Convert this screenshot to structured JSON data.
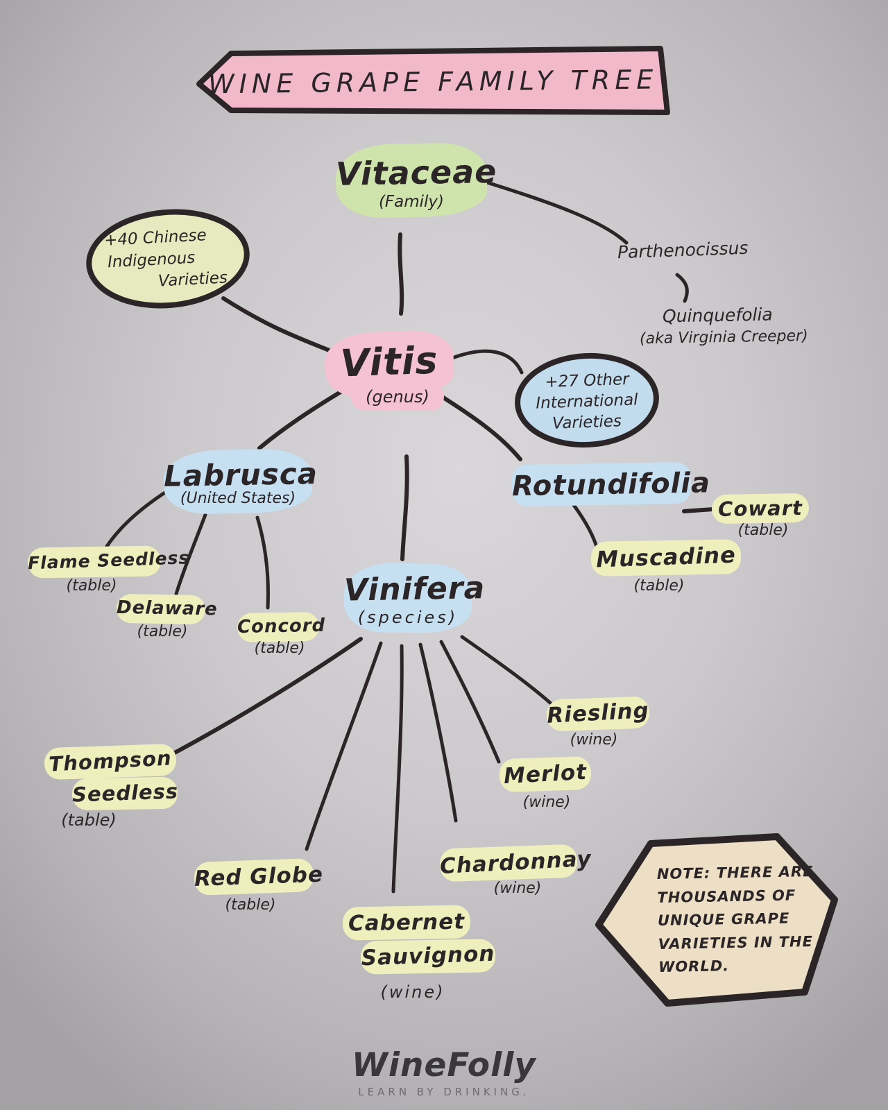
{
  "banner": {
    "title": "Wine Grape Family Tree"
  },
  "tree": {
    "vitaceae": {
      "name": "Vitaceae",
      "rank": "(Family)"
    },
    "chinese_varieties": {
      "line1": "+40 Chinese",
      "line2": "Indigenous",
      "line3": "Varieties"
    },
    "parthenocissus": {
      "name": "Parthenocissus"
    },
    "quinquefolia": {
      "name": "Quinquefolia",
      "alias": "(aka Virginia Creeper)"
    },
    "vitis": {
      "name": "Vitis",
      "rank": "(genus)"
    },
    "international_varieties": {
      "line1": "+27 Other",
      "line2": "International",
      "line3": "Varieties"
    },
    "labrusca": {
      "name": "Labrusca",
      "region": "(United States)"
    },
    "rotundifolia": {
      "name": "Rotundifolia"
    },
    "cowart": {
      "name": "Cowart",
      "type": "(table)"
    },
    "muscadine": {
      "name": "Muscadine",
      "type": "(table)"
    },
    "flame_seedless": {
      "name": "Flame Seedless",
      "type": "(table)"
    },
    "delaware": {
      "name": "Delaware",
      "type": "(table)"
    },
    "concord": {
      "name": "Concord",
      "type": "(table)"
    },
    "vinifera": {
      "name": "Vinifera",
      "rank": "(species)"
    },
    "thompson_seedless": {
      "line1": "Thompson",
      "line2": "Seedless",
      "type": "(table)"
    },
    "riesling": {
      "name": "Riesling",
      "type": "(wine)"
    },
    "merlot": {
      "name": "Merlot",
      "type": "(wine)"
    },
    "chardonnay": {
      "name": "Chardonnay",
      "type": "(wine)"
    },
    "red_globe": {
      "name": "Red Globe",
      "type": "(table)"
    },
    "cabernet_sauvignon": {
      "line1": "Cabernet",
      "line2": "Sauvignon",
      "type": "(wine)"
    }
  },
  "edges": [
    {
      "from": "vitaceae",
      "to": "vitis"
    },
    {
      "from": "vitaceae",
      "to": "parthenocissus"
    },
    {
      "from": "parthenocissus",
      "to": "quinquefolia"
    },
    {
      "from": "chinese_varieties",
      "to": "vitis"
    },
    {
      "from": "vitis",
      "to": "international_varieties"
    },
    {
      "from": "vitis",
      "to": "labrusca"
    },
    {
      "from": "vitis",
      "to": "vinifera"
    },
    {
      "from": "vitis",
      "to": "rotundifolia"
    },
    {
      "from": "labrusca",
      "to": "flame_seedless"
    },
    {
      "from": "labrusca",
      "to": "delaware"
    },
    {
      "from": "labrusca",
      "to": "concord"
    },
    {
      "from": "rotundifolia",
      "to": "cowart"
    },
    {
      "from": "rotundifolia",
      "to": "muscadine"
    },
    {
      "from": "vinifera",
      "to": "thompson_seedless"
    },
    {
      "from": "vinifera",
      "to": "red_globe"
    },
    {
      "from": "vinifera",
      "to": "cabernet_sauvignon"
    },
    {
      "from": "vinifera",
      "to": "chardonnay"
    },
    {
      "from": "vinifera",
      "to": "merlot"
    },
    {
      "from": "vinifera",
      "to": "riesling"
    }
  ],
  "note": {
    "label": "Note:",
    "body": "There are thousands of unique grape varieties in the world."
  },
  "footer": {
    "brand_part1": "Wine",
    "brand_part2": "Folly",
    "tagline": "Learn by drinking."
  },
  "colors": {
    "banner_pink": "#f2b9cb",
    "family_green": "#cfe3ad",
    "genus_pink": "#f5c2d4",
    "species_blue": "#c6e0f2",
    "variety_yellow": "#efefbe",
    "chinese_bubble_green": "#e7eabe",
    "international_bubble_blue": "#c2dcee",
    "note_tan": "#ecdfc6",
    "ink": "#2b2528",
    "background_gray": "#c9c7c9"
  }
}
